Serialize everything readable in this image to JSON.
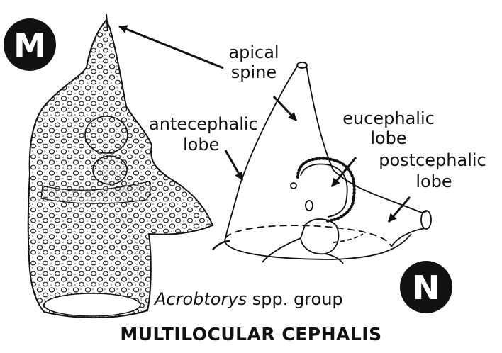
{
  "badges": {
    "left": "M",
    "right": "N"
  },
  "labels": {
    "apical_line1": "apical",
    "apical_line2": "spine",
    "antecephalic_line1": "antecephalic",
    "antecephalic_line2": "lobe",
    "eucephalic_line1": "eucephalic",
    "eucephalic_line2": "lobe",
    "postcephalic_line1": "postcephalic",
    "postcephalic_line2": "lobe"
  },
  "caption": {
    "genus": "Acrobtorys",
    "rest": " spp. group"
  },
  "title": "MULTILOCULAR CEPHALIS"
}
